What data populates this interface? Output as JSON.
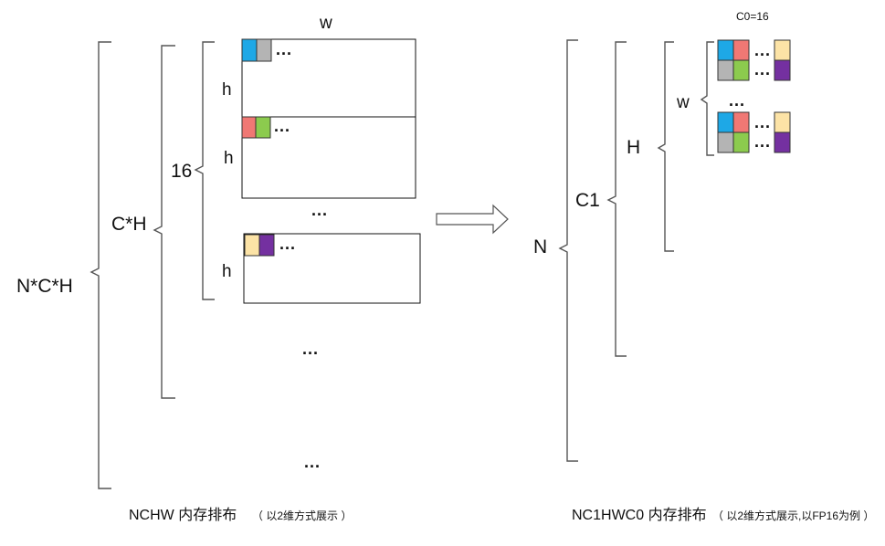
{
  "colors": {
    "blue": "#1EA8E6",
    "gray": "#B4B4B4",
    "red": "#F07874",
    "green": "#8CCB4E",
    "peach": "#FCE3A6",
    "purple": "#7430A0"
  },
  "left": {
    "label_outer": "N*C*H",
    "label_mid": "C*H",
    "label_inner": "16",
    "label_w": "w",
    "label_h": "h",
    "ellipsis": "...",
    "caption_main": "NCHW  内存排布",
    "caption_sub": "（ 以2维方式展示 ）"
  },
  "right": {
    "label_n": "N",
    "label_c1": "C1",
    "label_h": "H",
    "label_w": "w",
    "label_c0": "C0=16",
    "ellipsis": "...",
    "caption_main": "NC1HWC0 内存排布",
    "caption_sub": "（ 以2维方式展示,以FP16为例 ）"
  }
}
